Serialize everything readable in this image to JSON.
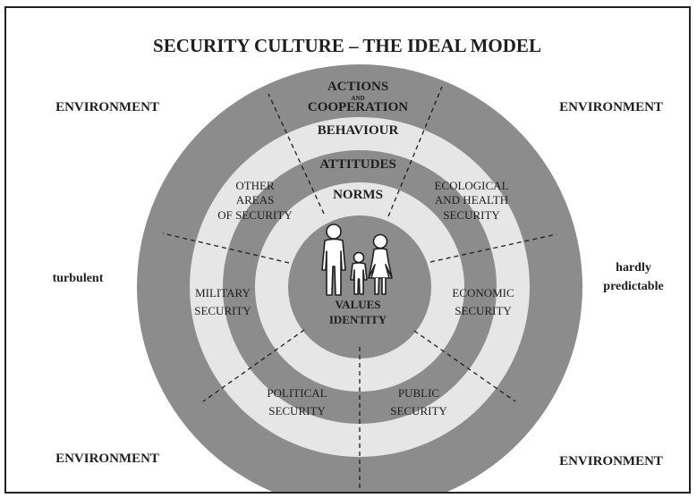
{
  "title": "SECURITY CULTURE – THE IDEAL MODEL",
  "colors": {
    "dark_ring": "#8c8c8c",
    "light_ring": "#e6e6e6",
    "center": "#8c8c8c",
    "line": "#1e1e1e",
    "text": "#1e1e1e"
  },
  "environment": {
    "top_left": "ENVIRONMENT",
    "top_right": "ENVIRONMENT",
    "bottom_left": "ENVIRONMENT",
    "bottom_right": "ENVIRONMENT",
    "left": "turbulent",
    "right_line1": "hardly",
    "right_line2": "predictable"
  },
  "rings": {
    "outer_line1": "ACTIONS",
    "outer_and": "AND",
    "outer_line2": "COOPERATION",
    "behaviour": "BEHAVIOUR",
    "attitudes": "ATTITUDES",
    "norms": "NORMS",
    "center_line1": "VALUES",
    "center_line2": "IDENTITY"
  },
  "sectors": {
    "other": [
      "OTHER",
      "AREAS",
      "OF SECURITY"
    ],
    "ecological": [
      "ECOLOGICAL",
      "AND HEALTH",
      "SECURITY"
    ],
    "military": [
      "MILITARY",
      "SECURITY"
    ],
    "economic": [
      "ECONOMIC",
      "SECURITY"
    ],
    "political": [
      "POLITICAL",
      "SECURITY"
    ],
    "public": [
      "PUBLIC",
      "SECURITY"
    ]
  },
  "icons": {
    "center": "family-icon"
  }
}
